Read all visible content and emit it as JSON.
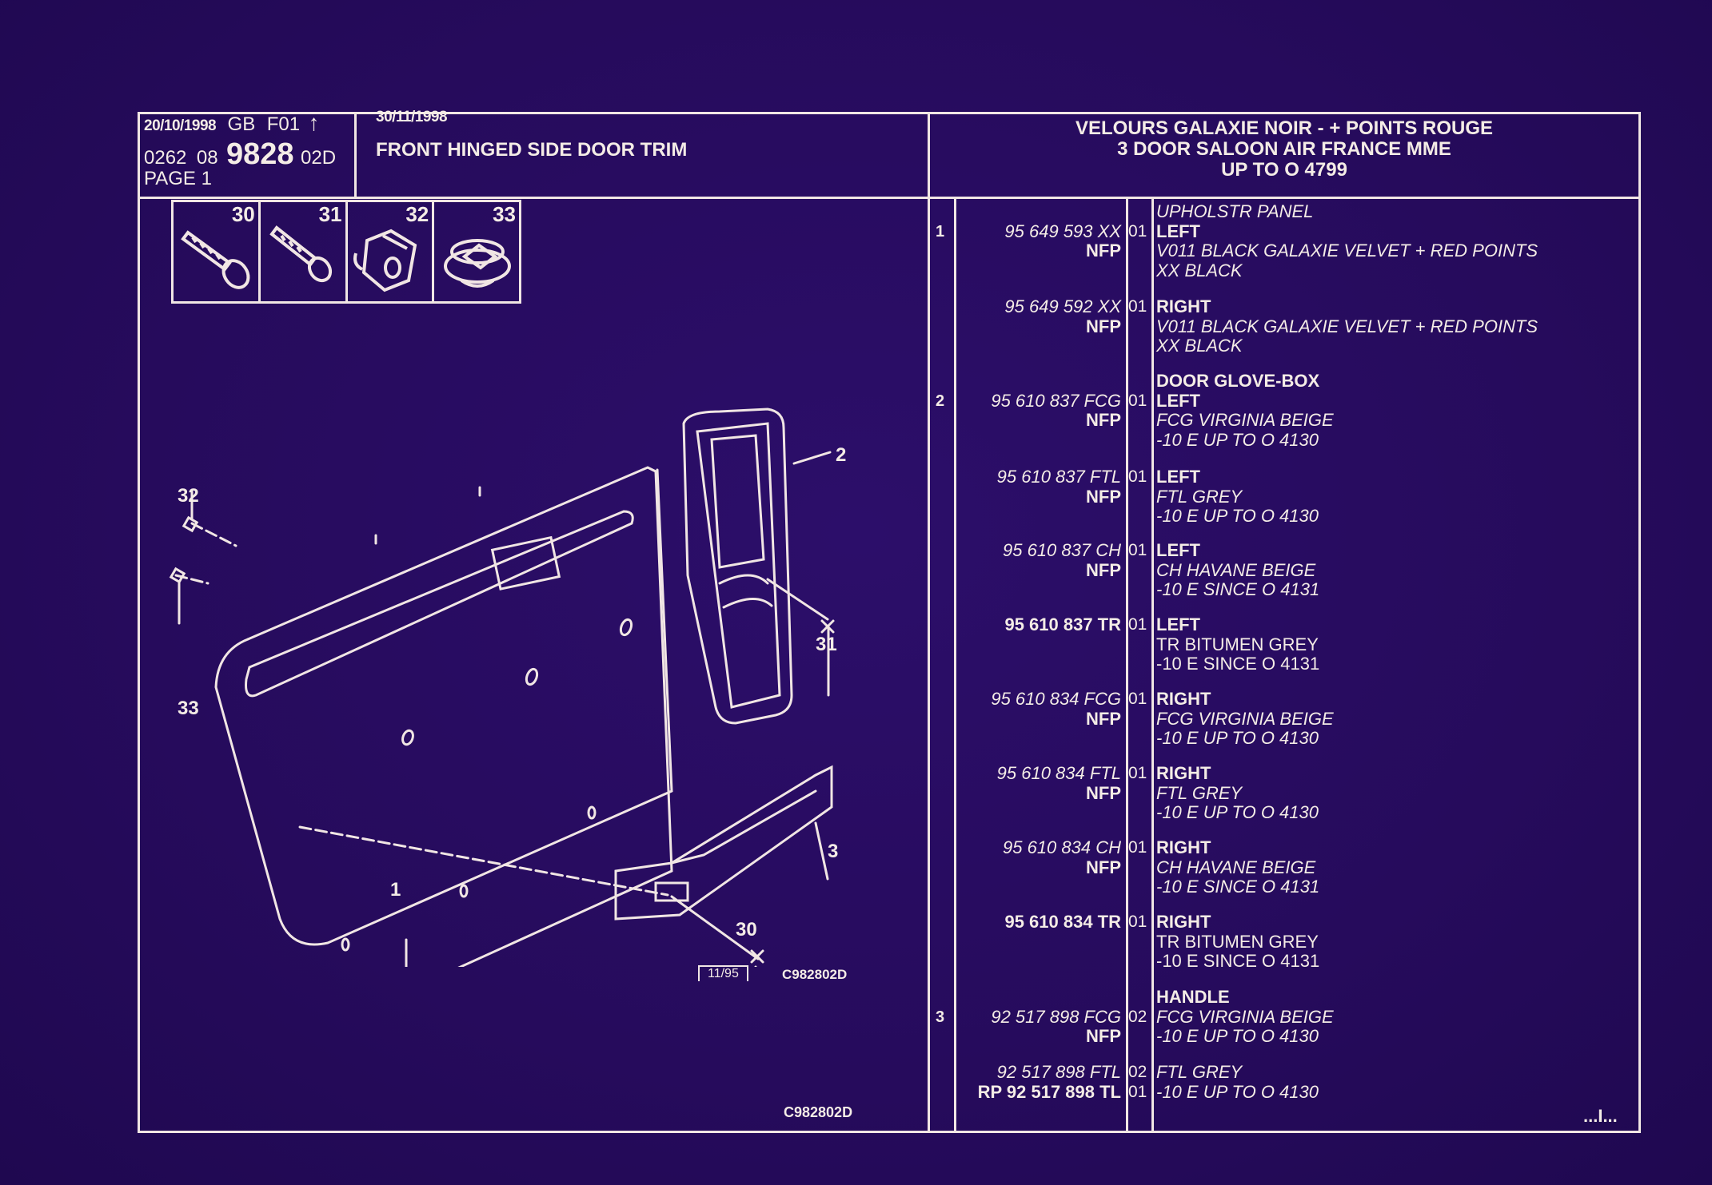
{
  "header": {
    "date_left": "20/10/1998",
    "country": "GB",
    "sheet": "F01",
    "arrow_icon": "up-arrow-icon",
    "code_prefix": "0262",
    "code_group": "08",
    "code_main": "9828",
    "code_suffix": "02D",
    "page": "PAGE 1",
    "date_right": "30/11/1998",
    "title": "FRONT HINGED SIDE DOOR TRIM",
    "right_title_lines": [
      "VELOURS GALAXIE NOIR - + POINTS ROUGE",
      "3 DOOR SALOON AIR FRANCE MME",
      "UP TO O  4799"
    ]
  },
  "fasteners": [
    {
      "num": "30",
      "icon": "screw-flat-head-icon"
    },
    {
      "num": "31",
      "icon": "screw-round-head-icon"
    },
    {
      "num": "32",
      "icon": "clip-nut-icon"
    },
    {
      "num": "33",
      "icon": "push-clip-icon"
    }
  ],
  "diagram": {
    "callouts": [
      "1",
      "2",
      "3",
      "30",
      "31",
      "32",
      "33"
    ],
    "date_box": "11/95",
    "ref_code": "C982802D",
    "footer_code": "C982802D"
  },
  "parts": [
    {
      "lines": [
        {
          "seq": "",
          "ref": "",
          "qty": "",
          "desc": "UPHOLSTR PANEL",
          "desc_style": "i"
        },
        {
          "seq": "1",
          "ref": "95 649 593 XX",
          "ref_style": "i",
          "qty": "01",
          "desc": "LEFT",
          "desc_style": "b"
        },
        {
          "seq": "",
          "ref": "NFP",
          "ref_style": "b",
          "qty": "",
          "desc": "V011 BLACK GALAXIE VELVET + RED POINTS",
          "desc_style": "i"
        },
        {
          "seq": "",
          "ref": "",
          "qty": "",
          "desc": "XX BLACK",
          "desc_style": "i"
        }
      ]
    },
    {
      "lines": [
        {
          "seq": "",
          "ref": "95 649 592 XX",
          "ref_style": "i",
          "qty": "01",
          "desc": "RIGHT",
          "desc_style": "b"
        },
        {
          "seq": "",
          "ref": "NFP",
          "ref_style": "b",
          "qty": "",
          "desc": "V011 BLACK GALAXIE VELVET + RED POINTS",
          "desc_style": "i"
        },
        {
          "seq": "",
          "ref": "",
          "qty": "",
          "desc": "XX BLACK",
          "desc_style": "i"
        }
      ]
    },
    {
      "lines": [
        {
          "seq": "",
          "ref": "",
          "qty": "",
          "desc": "DOOR GLOVE-BOX",
          "desc_style": "b"
        },
        {
          "seq": "2",
          "ref": "95 610 837 FCG",
          "ref_style": "i",
          "qty": "01",
          "desc": "LEFT",
          "desc_style": "b"
        },
        {
          "seq": "",
          "ref": "NFP",
          "ref_style": "b",
          "qty": "",
          "desc": "FCG VIRGINIA BEIGE",
          "desc_style": "i"
        },
        {
          "seq": "",
          "ref": "",
          "qty": "",
          "desc": "-10 E UP  TO  O  4130",
          "desc_style": "i"
        }
      ]
    },
    {
      "lines": [
        {
          "seq": "",
          "ref": "95 610 837 FTL",
          "ref_style": "i",
          "qty": "01",
          "desc": "LEFT",
          "desc_style": "b"
        },
        {
          "seq": "",
          "ref": "NFP",
          "ref_style": "b",
          "qty": "",
          "desc": "FTL GREY",
          "desc_style": "i"
        },
        {
          "seq": "",
          "ref": "",
          "qty": "",
          "desc": "-10 E UP  TO  O  4130",
          "desc_style": "i"
        }
      ]
    },
    {
      "lines": [
        {
          "seq": "",
          "ref": "95 610 837 CH",
          "ref_style": "i",
          "qty": "01",
          "desc": "LEFT",
          "desc_style": "b"
        },
        {
          "seq": "",
          "ref": "NFP",
          "ref_style": "b",
          "qty": "",
          "desc": "CH HAVANE BEIGE",
          "desc_style": "i"
        },
        {
          "seq": "",
          "ref": "",
          "qty": "",
          "desc": "-10 E SINCE  O  4131",
          "desc_style": "i"
        }
      ]
    },
    {
      "lines": [
        {
          "seq": "",
          "ref": "95 610 837 TR",
          "ref_style": "b",
          "qty": "01",
          "desc": "LEFT",
          "desc_style": "b"
        },
        {
          "seq": "",
          "ref": "",
          "qty": "",
          "desc": "TR BITUMEN GREY",
          "desc_style": ""
        },
        {
          "seq": "",
          "ref": "",
          "qty": "",
          "desc": "-10 E SINCE  O  4131",
          "desc_style": ""
        }
      ]
    },
    {
      "lines": [
        {
          "seq": "",
          "ref": "95 610 834 FCG",
          "ref_style": "i",
          "qty": "01",
          "desc": "RIGHT",
          "desc_style": "b"
        },
        {
          "seq": "",
          "ref": "NFP",
          "ref_style": "b",
          "qty": "",
          "desc": "FCG VIRGINIA BEIGE",
          "desc_style": "i"
        },
        {
          "seq": "",
          "ref": "",
          "qty": "",
          "desc": "-10 E UP  TO  O  4130",
          "desc_style": "i"
        }
      ]
    },
    {
      "lines": [
        {
          "seq": "",
          "ref": "95 610 834 FTL",
          "ref_style": "i",
          "qty": "01",
          "desc": "RIGHT",
          "desc_style": "b"
        },
        {
          "seq": "",
          "ref": "NFP",
          "ref_style": "b",
          "qty": "",
          "desc": "FTL GREY",
          "desc_style": "i"
        },
        {
          "seq": "",
          "ref": "",
          "qty": "",
          "desc": "-10 E UP  TO  O  4130",
          "desc_style": "i"
        }
      ]
    },
    {
      "lines": [
        {
          "seq": "",
          "ref": "95 610 834 CH",
          "ref_style": "i",
          "qty": "01",
          "desc": "RIGHT",
          "desc_style": "b"
        },
        {
          "seq": "",
          "ref": "NFP",
          "ref_style": "b",
          "qty": "",
          "desc": "CH HAVANE BEIGE",
          "desc_style": "i"
        },
        {
          "seq": "",
          "ref": "",
          "qty": "",
          "desc": "-10 E SINCE  O  4131",
          "desc_style": "i"
        }
      ]
    },
    {
      "lines": [
        {
          "seq": "",
          "ref": "95 610 834 TR",
          "ref_style": "b",
          "qty": "01",
          "desc": "RIGHT",
          "desc_style": "b"
        },
        {
          "seq": "",
          "ref": "",
          "qty": "",
          "desc": "TR BITUMEN GREY",
          "desc_style": ""
        },
        {
          "seq": "",
          "ref": "",
          "qty": "",
          "desc": "-10 E SINCE  O  4131",
          "desc_style": ""
        }
      ]
    },
    {
      "lines": [
        {
          "seq": "",
          "ref": "",
          "qty": "",
          "desc": "HANDLE",
          "desc_style": "b"
        },
        {
          "seq": "3",
          "ref": "92 517 898 FCG",
          "ref_style": "i",
          "qty": "02",
          "desc": "FCG VIRGINIA BEIGE",
          "desc_style": "i"
        },
        {
          "seq": "",
          "ref": "NFP",
          "ref_style": "b",
          "qty": "",
          "desc": "-10 E UP  TO  O  4130",
          "desc_style": "i"
        }
      ]
    },
    {
      "lines": [
        {
          "seq": "",
          "ref": "92 517 898 FTL",
          "ref_style": "i",
          "qty": "02",
          "desc": "FTL GREY",
          "desc_style": "i"
        },
        {
          "seq": "",
          "ref": "RP  92 517 898 TL",
          "ref_style": "b",
          "qty": "01",
          "desc": "-10 E UP  TO  O  4130",
          "desc_style": "i"
        }
      ]
    }
  ],
  "continuation": "...I..."
}
